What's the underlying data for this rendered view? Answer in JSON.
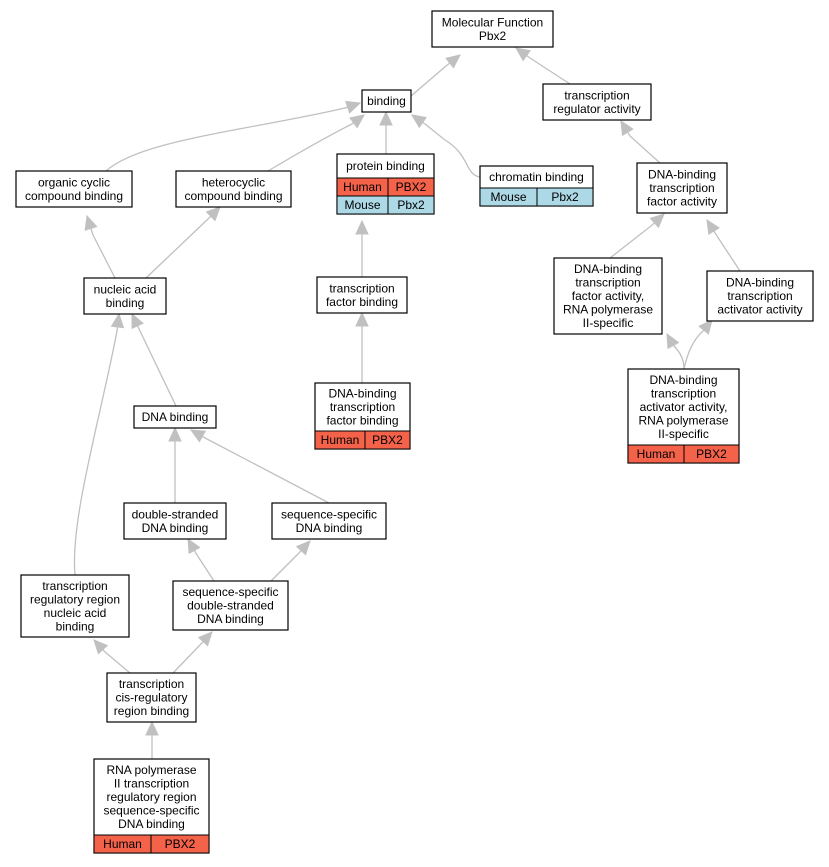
{
  "colors": {
    "human": "#f4624a",
    "mouse": "#add8e6",
    "edge": "#c0c0c0",
    "node_border": "#000000"
  },
  "nodes": {
    "root": {
      "lines": [
        "Molecular Function",
        "Pbx2"
      ]
    },
    "binding": {
      "lines": [
        "binding"
      ]
    },
    "trans_reg_activity": {
      "lines": [
        "transcription",
        "regulator activity"
      ]
    },
    "organic_cyclic": {
      "lines": [
        "organic cyclic",
        "compound binding"
      ]
    },
    "heterocyclic": {
      "lines": [
        "heterocyclic",
        "compound binding"
      ]
    },
    "protein_binding": {
      "lines": [
        "protein binding"
      ],
      "annotations": [
        {
          "species": "Human",
          "gene": "PBX2"
        },
        {
          "species": "Mouse",
          "gene": "Pbx2"
        }
      ]
    },
    "chromatin_binding": {
      "lines": [
        "chromatin binding"
      ],
      "annotations": [
        {
          "species": "Mouse",
          "gene": "Pbx2"
        }
      ]
    },
    "dbtf_activity": {
      "lines": [
        "DNA-binding",
        "transcription",
        "factor activity"
      ]
    },
    "nucleic_acid": {
      "lines": [
        "nucleic acid",
        "binding"
      ]
    },
    "tf_binding": {
      "lines": [
        "transcription",
        "factor binding"
      ]
    },
    "dbtf_rnapol2": {
      "lines": [
        "DNA-binding",
        "transcription",
        "factor activity,",
        "RNA polymerase",
        "II-specific"
      ]
    },
    "dbt_activator": {
      "lines": [
        "DNA-binding",
        "transcription",
        "activator activity"
      ]
    },
    "dbtf_binding": {
      "lines": [
        "DNA-binding",
        "transcription",
        "factor binding"
      ],
      "annotations": [
        {
          "species": "Human",
          "gene": "PBX2"
        }
      ]
    },
    "dbt_activator_rnapol2": {
      "lines": [
        "DNA-binding",
        "transcription",
        "activator activity,",
        "RNA polymerase",
        "II-specific"
      ],
      "annotations": [
        {
          "species": "Human",
          "gene": "PBX2"
        }
      ]
    },
    "dna_binding": {
      "lines": [
        "DNA binding"
      ]
    },
    "ds_dna": {
      "lines": [
        "double-stranded",
        "DNA binding"
      ]
    },
    "ss_dna": {
      "lines": [
        "sequence-specific",
        "DNA binding"
      ]
    },
    "trr_nucleic": {
      "lines": [
        "transcription",
        "regulatory region",
        "nucleic acid",
        "binding"
      ]
    },
    "ssds_dna": {
      "lines": [
        "sequence-specific",
        "double-stranded",
        "DNA binding"
      ]
    },
    "cis_reg": {
      "lines": [
        "transcription",
        "cis-regulatory",
        "region binding"
      ]
    },
    "rnapol2_trr": {
      "lines": [
        "RNA polymerase",
        "II transcription",
        "regulatory region",
        "sequence-specific",
        "DNA binding"
      ],
      "annotations": [
        {
          "species": "Human",
          "gene": "PBX2"
        }
      ]
    }
  }
}
